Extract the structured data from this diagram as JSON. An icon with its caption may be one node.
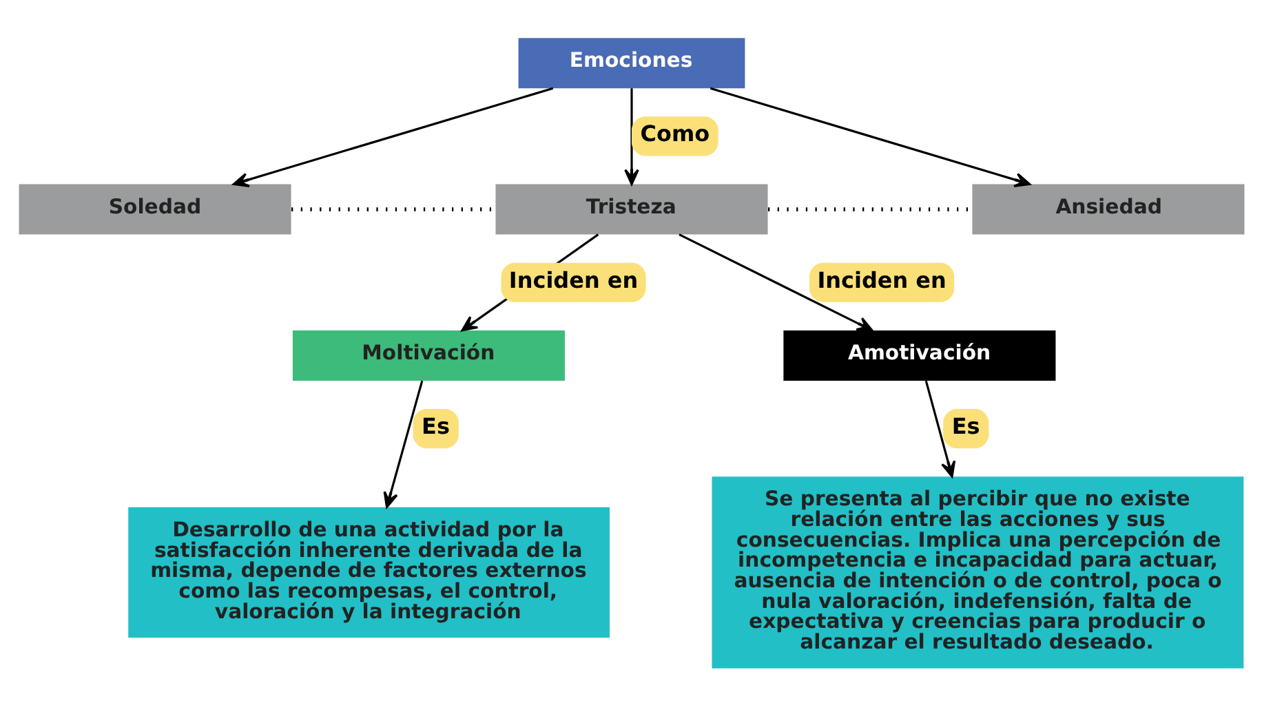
{
  "diagram": {
    "nodes": [
      {
        "text": [
          "Emociones"
        ]
      },
      {
        "text": [
          "Soledad"
        ]
      },
      {
        "text": [
          "Tristeza"
        ]
      },
      {
        "text": [
          "Ansiedad"
        ]
      },
      {
        "text": [
          "Moltivación"
        ]
      },
      {
        "text": [
          "Amotivación"
        ]
      },
      {
        "text": [
          "Desarrollo de una actividad por la satisfacción inherente derivada de la misma, depende de factores externos como las recompesas, el control, valoración y la integración"
        ]
      },
      {
        "text": [
          "Se presenta al percibir que no existe relación entre las acciones y sus consecuencias. Implica una percepción de incompetencia e incapacidad para actuar, ausencia de intención o de control, poca o nula valoración, indefensión, falta de expectativa y creencias para producir o alcanzar el resultado deseado."
        ]
      }
    ],
    "edges": [
      {
        "from": 0,
        "to": 1,
        "arrow": "to"
      },
      {
        "from": 0,
        "to": 2,
        "arrow": "to",
        "label": "Como"
      },
      {
        "from": 0,
        "to": 3,
        "arrow": "to"
      },
      {
        "from": 1,
        "to": 2,
        "arrow": "none",
        "style": "dashed"
      },
      {
        "from": 2,
        "to": 3,
        "arrow": "none",
        "style": "dashed"
      },
      {
        "from": 2,
        "to": 4,
        "arrow": "to",
        "label": "Inciden en"
      },
      {
        "from": 2,
        "to": 5,
        "arrow": "to",
        "label": "Inciden en"
      },
      {
        "from": 4,
        "to": 6,
        "arrow": "to",
        "label": "Es"
      },
      {
        "from": 5,
        "to": 7,
        "arrow": "to",
        "label": "Es"
      }
    ]
  }
}
